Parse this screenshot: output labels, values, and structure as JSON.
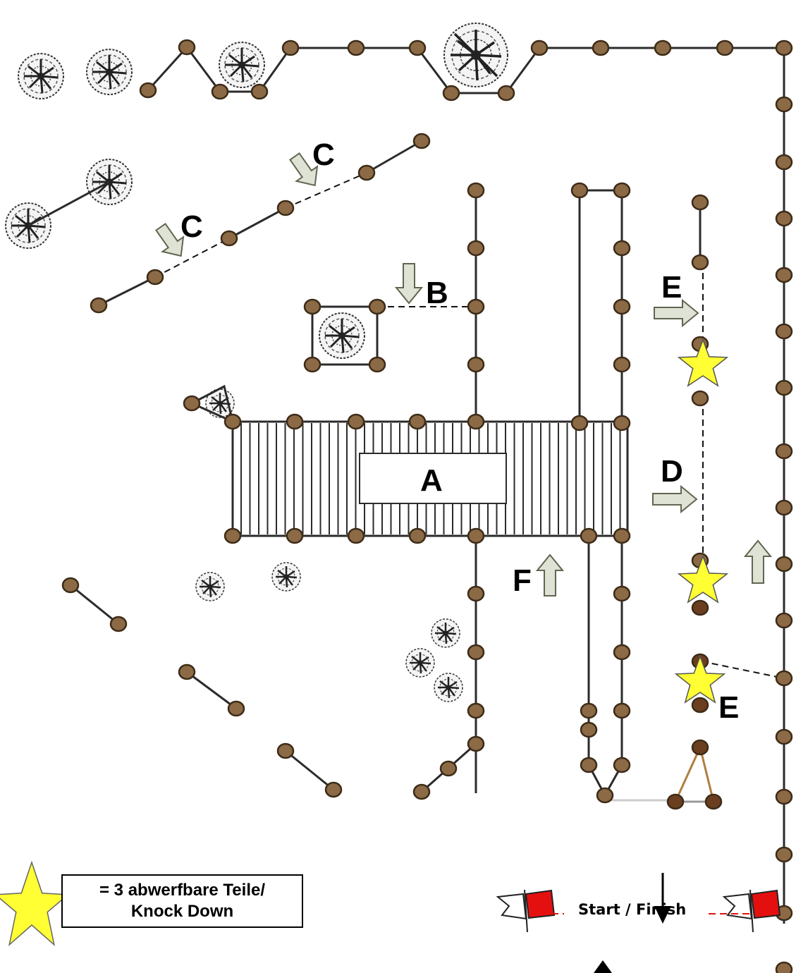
{
  "obstacle_labels": {
    "a": "A",
    "b": "B",
    "c1": "C",
    "c2": "C",
    "d": "D",
    "e1": "E",
    "e2": "E",
    "f": "F"
  },
  "legend": {
    "line1": "= 3 abwerfbare Teile/",
    "line2": "Knock Down",
    "symbol": "star-icon"
  },
  "start_finish": "Start / Finish",
  "colors": {
    "post_fill": "#8b6a45",
    "post_fill_dark": "#6b3e1f",
    "post_stroke": "#3d2b18",
    "rail": "#2b2b2b",
    "arrow_fill": "#dfe3d5",
    "arrow_stroke": "#606650",
    "star": "#ffff33",
    "flag_red": "#e41010",
    "dash_red": "#e41010"
  }
}
